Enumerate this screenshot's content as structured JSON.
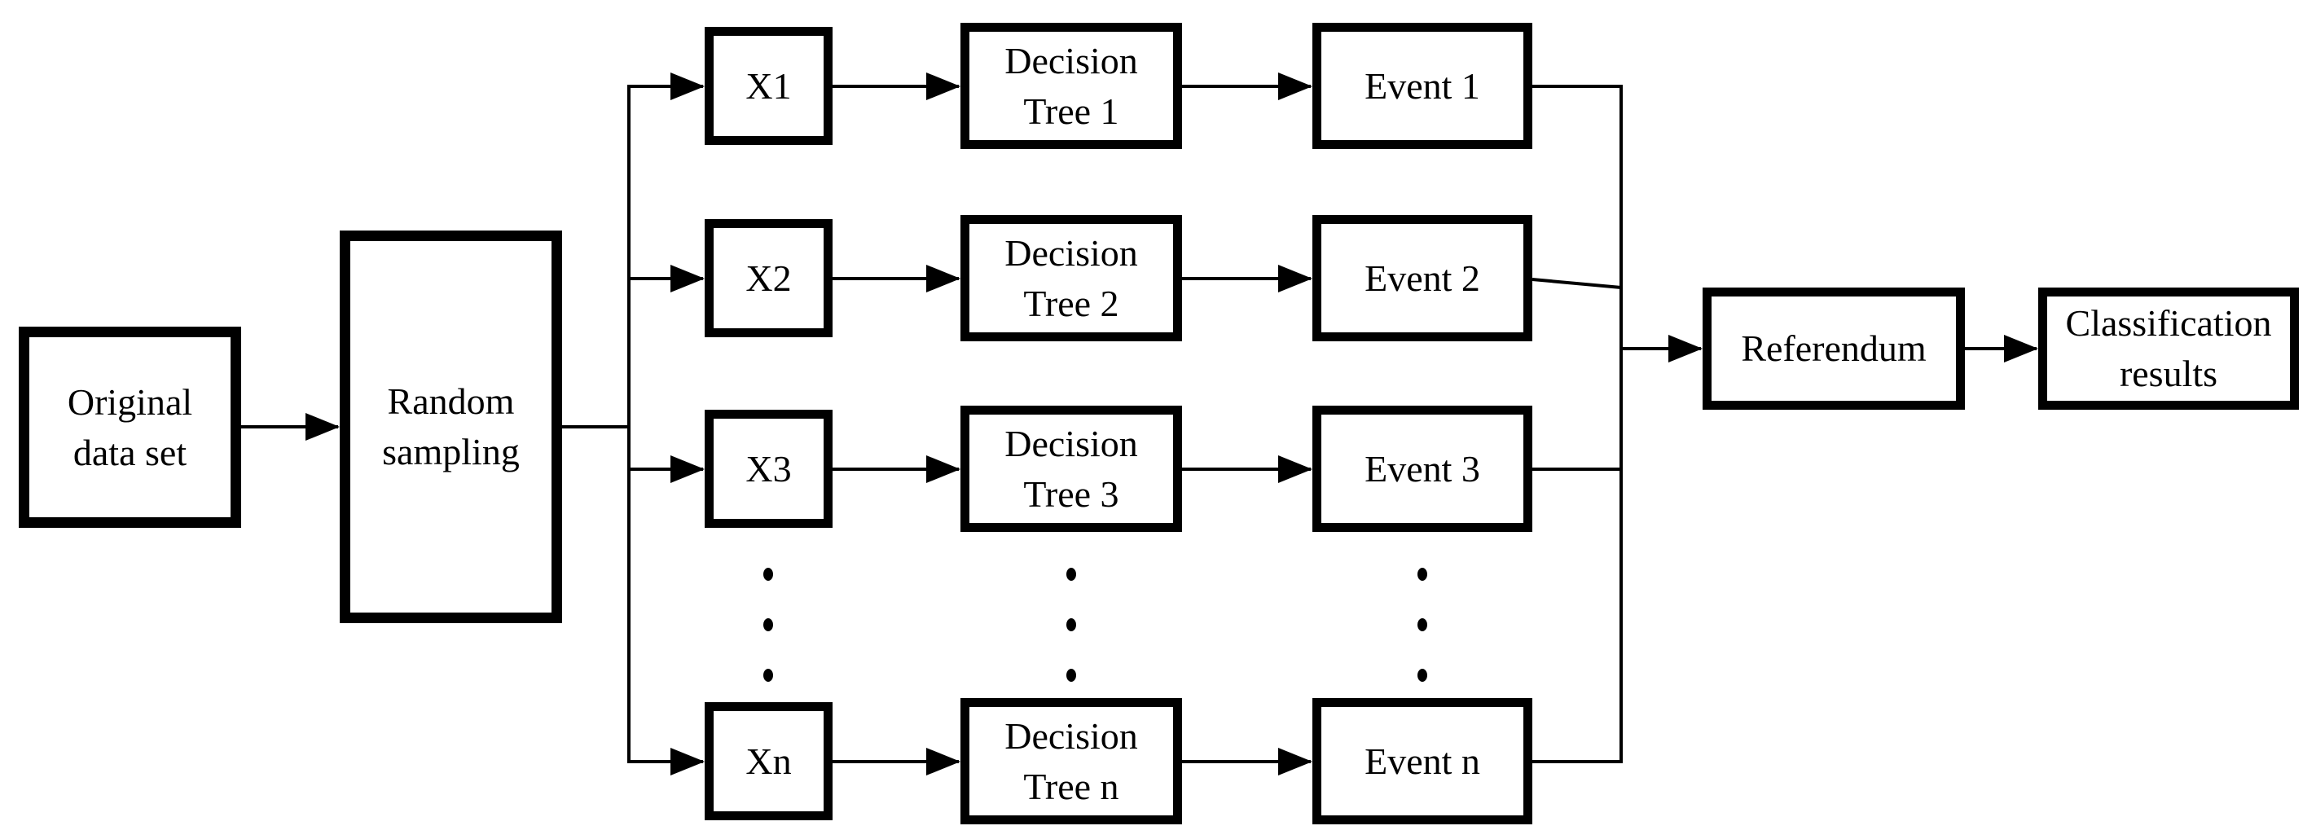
{
  "colors": {
    "stroke": "#000000",
    "background": "#ffffff"
  },
  "diagram": {
    "type": "flowchart",
    "description": "Random forest style ensemble classification flow",
    "nodes": {
      "original": {
        "line1": "Original",
        "line2": "data set"
      },
      "sampling": {
        "line1": "Random",
        "line2": "sampling"
      },
      "x1": {
        "label": "X1"
      },
      "x2": {
        "label": "X2"
      },
      "x3": {
        "label": "X3"
      },
      "xn": {
        "label": "Xn"
      },
      "tree1": {
        "line1": "Decision",
        "line2": "Tree 1"
      },
      "tree2": {
        "line1": "Decision",
        "line2": "Tree 2"
      },
      "tree3": {
        "line1": "Decision",
        "line2": "Tree 3"
      },
      "treen": {
        "line1": "Decision",
        "line2": "Tree n"
      },
      "event1": {
        "label": "Event 1"
      },
      "event2": {
        "label": "Event 2"
      },
      "event3": {
        "label": "Event 3"
      },
      "eventn": {
        "label": "Event n"
      },
      "referendum": {
        "label": "Referendum"
      },
      "results": {
        "line1": "Classification",
        "line2": "results"
      }
    },
    "edges": [
      {
        "from": "original",
        "to": "sampling",
        "arrowhead": true
      },
      {
        "from": "sampling",
        "to": "x1",
        "arrowhead": true
      },
      {
        "from": "sampling",
        "to": "x2",
        "arrowhead": true
      },
      {
        "from": "sampling",
        "to": "x3",
        "arrowhead": true
      },
      {
        "from": "sampling",
        "to": "xn",
        "arrowhead": true
      },
      {
        "from": "x1",
        "to": "tree1",
        "arrowhead": true
      },
      {
        "from": "x2",
        "to": "tree2",
        "arrowhead": true
      },
      {
        "from": "x3",
        "to": "tree3",
        "arrowhead": true
      },
      {
        "from": "xn",
        "to": "treen",
        "arrowhead": true
      },
      {
        "from": "tree1",
        "to": "event1",
        "arrowhead": true
      },
      {
        "from": "tree2",
        "to": "event2",
        "arrowhead": true
      },
      {
        "from": "tree3",
        "to": "event3",
        "arrowhead": true
      },
      {
        "from": "treen",
        "to": "eventn",
        "arrowhead": true
      },
      {
        "from": "event1",
        "to": "referendum",
        "arrowhead": true
      },
      {
        "from": "event2",
        "to": "referendum",
        "arrowhead": true
      },
      {
        "from": "event3",
        "to": "referendum",
        "arrowhead": true
      },
      {
        "from": "eventn",
        "to": "referendum",
        "arrowhead": true
      },
      {
        "from": "referendum",
        "to": "results",
        "arrowhead": true
      }
    ],
    "ellipsis": {
      "glyph": "vertical-dots",
      "columns": [
        "sample-column",
        "decision-tree-column",
        "event-column"
      ]
    }
  }
}
